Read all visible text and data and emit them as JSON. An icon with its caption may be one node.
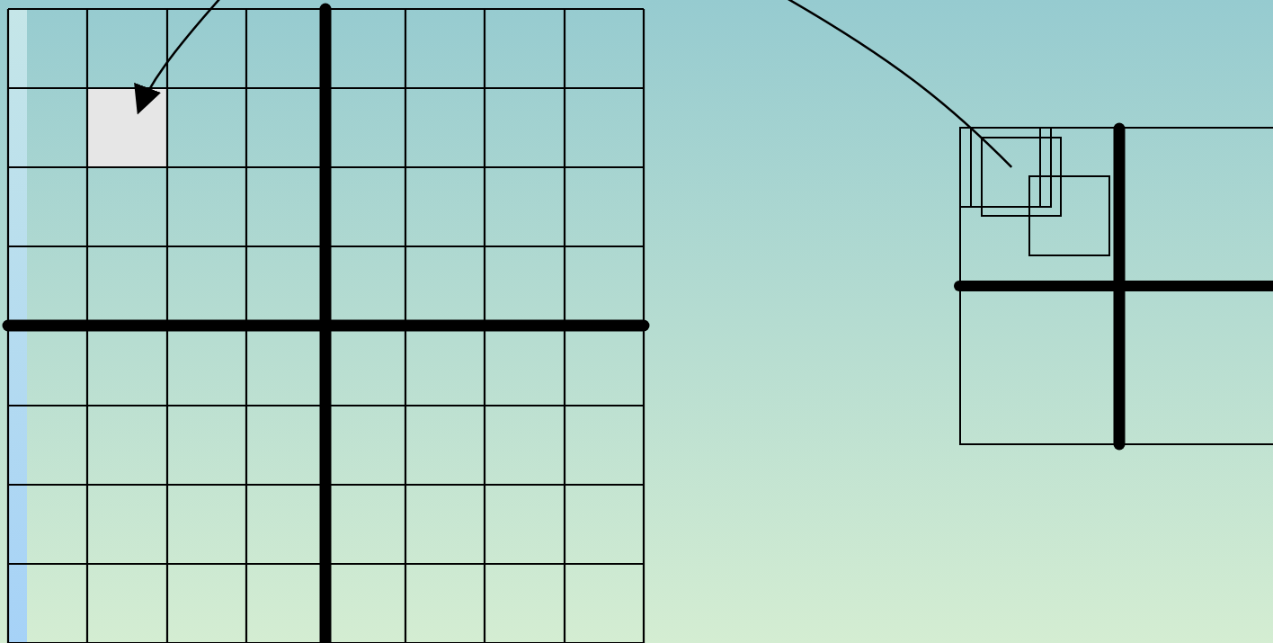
{
  "diagram": {
    "nodes": [
      {
        "text": [],
        "shape": "box"
      },
      {
        "text": [],
        "shape": "box"
      }
    ],
    "edges": [
      {
        "from": null,
        "to": 0,
        "arrow": "to"
      },
      {
        "from": null,
        "to": 1,
        "arrow": "none"
      }
    ]
  }
}
